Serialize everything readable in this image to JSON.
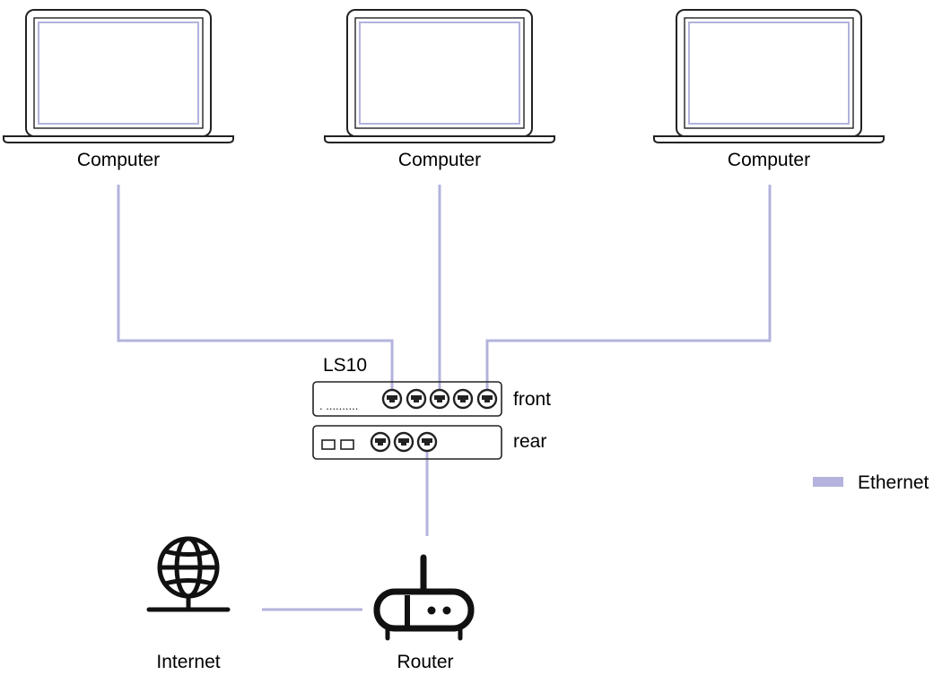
{
  "colors": {
    "ethernet": "#b3b3dd",
    "device_stroke": "#222222",
    "screen_border": "#b3b3dd",
    "background": "#ffffff"
  },
  "computers": [
    {
      "label": "Computer",
      "icon": "laptop-icon"
    },
    {
      "label": "Computer",
      "icon": "laptop-icon"
    },
    {
      "label": "Computer",
      "icon": "laptop-icon"
    }
  ],
  "switch": {
    "name": "LS10",
    "front_label": "front",
    "rear_label": "rear",
    "front_indicator": ". ..........",
    "front_ports": 5,
    "rear_ports": 3
  },
  "internet": {
    "label": "Internet",
    "icon": "globe-icon"
  },
  "router": {
    "label": "Router",
    "icon": "router-icon"
  },
  "legend": {
    "items": [
      {
        "label": "Ethernet",
        "color": "#b3b3dd"
      }
    ]
  }
}
